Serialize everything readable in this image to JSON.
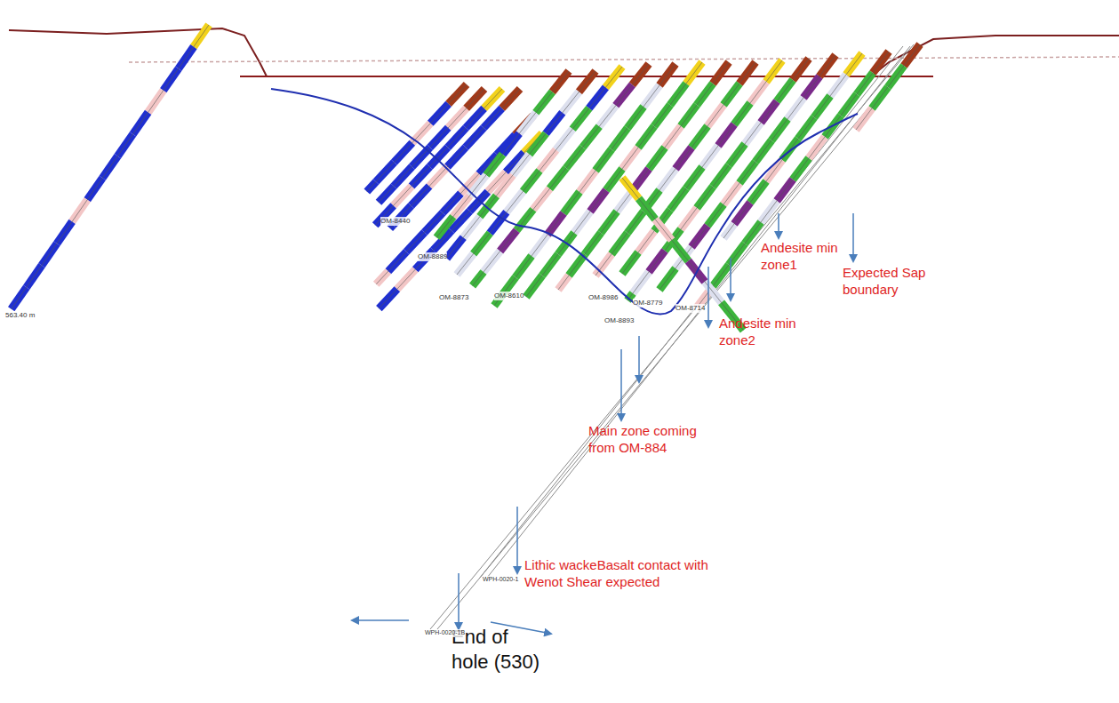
{
  "diagram": {
    "labels": [
      "Expected Sap boundary",
      "Andesite min zone1",
      "Andesite min zone2",
      "Main zone coming from OM-884",
      "Lithic wackeBasalt contact with Wenot Shear expected",
      "End of hole (530)",
      "563.40 m",
      "OM-8440",
      "OM-8889",
      "OM-8873",
      "OM-8610",
      "OM-8986",
      "OM-8893",
      "OM-8779",
      "OM-8714",
      "WPH-0020-1",
      "WPH-0020-1B"
    ]
  }
}
